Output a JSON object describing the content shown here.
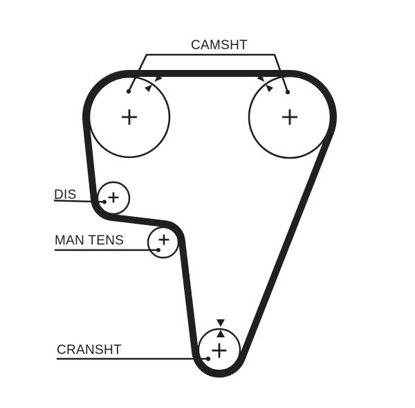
{
  "diagram": {
    "type": "timing-belt-routing",
    "colors": {
      "ink": "#231f20",
      "background": "#ffffff"
    },
    "labels": {
      "camshaft": "CAMSHT",
      "distributor": "DIS",
      "manual_tensioner": "MAN TENS",
      "crankshaft": "CRANSHT"
    },
    "pulleys": [
      {
        "id": "camshaft-left",
        "label": "CAMSHT",
        "center_mark": "+",
        "timing_marks": "two facing arrowheads at belt mesh point"
      },
      {
        "id": "camshaft-right",
        "label": "CAMSHT",
        "center_mark": "+",
        "timing_marks": "two facing arrowheads at belt mesh point"
      },
      {
        "id": "distributor",
        "label": "DIS",
        "center_mark": "+"
      },
      {
        "id": "manual-tensioner",
        "label": "MAN TENS",
        "center_mark": "+"
      },
      {
        "id": "crankshaft",
        "label": "CRANSHT",
        "center_mark": "+",
        "timing_marks": "two facing arrowheads above rim"
      }
    ]
  }
}
